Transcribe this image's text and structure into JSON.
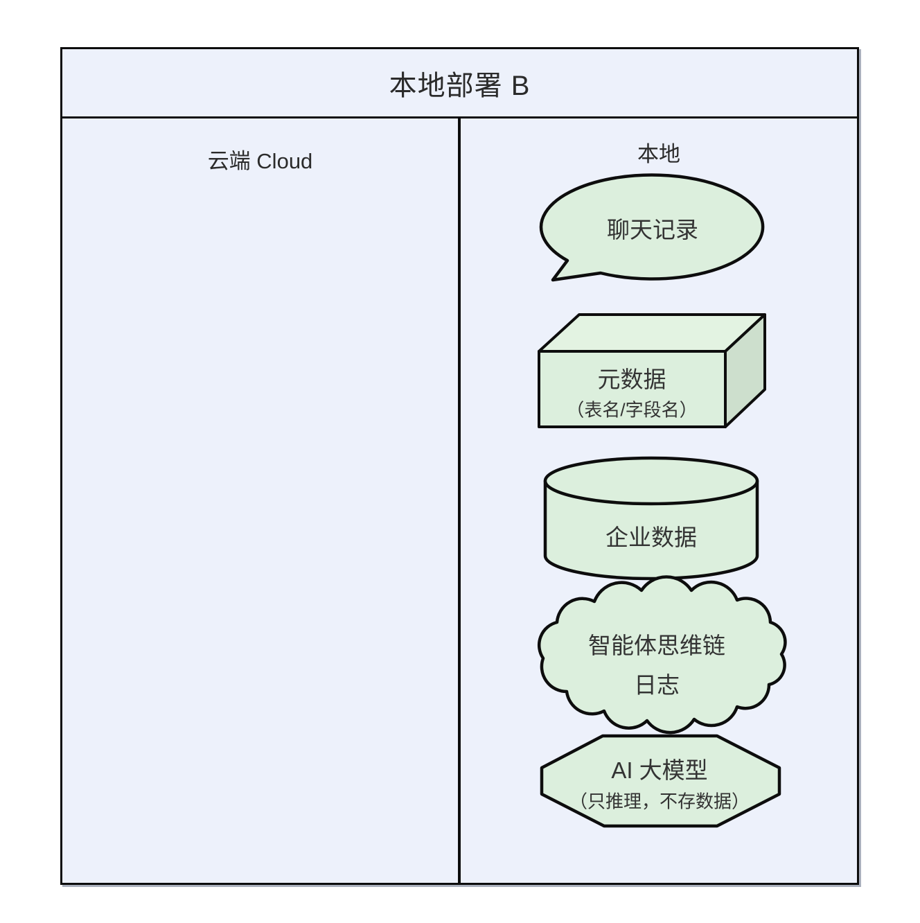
{
  "diagram": {
    "title": "本地部署 B",
    "columns": {
      "left": {
        "header": "云端 Cloud"
      },
      "right": {
        "header": "本地"
      }
    },
    "shapes": [
      {
        "type": "speech-bubble",
        "label": "聊天记录"
      },
      {
        "type": "box-3d",
        "label": "元数据",
        "sublabel": "（表名/字段名）"
      },
      {
        "type": "cylinder",
        "label": "企业数据"
      },
      {
        "type": "cloud",
        "label": "智能体思维链",
        "label_line2": "日志"
      },
      {
        "type": "octagon",
        "label": "AI 大模型",
        "sublabel": "（只推理，不存数据）"
      }
    ],
    "colors": {
      "page_bg": "#ffffff",
      "canvas_bg": "#edf1fb",
      "shape_fill": "#dcefdd",
      "shape_fill_top": "#e3f3e2",
      "shape_fill_side": "#cddfcd",
      "stroke": "#0d0d0d",
      "text": "#333333"
    }
  }
}
